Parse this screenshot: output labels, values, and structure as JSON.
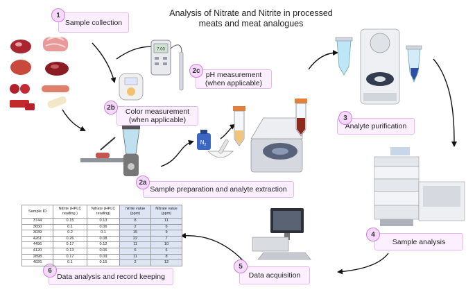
{
  "title": "Analysis of Nitrate and Nitrite in processed meats and meat analogues",
  "steps": [
    {
      "id": "1",
      "label": "Sample collection"
    },
    {
      "id": "2a",
      "label": "Sample preparation and analyte extraction"
    },
    {
      "id": "2b",
      "label": "Color measurement (when applicable)"
    },
    {
      "id": "2c",
      "label": "pH measurement (when applicable)"
    },
    {
      "id": "3",
      "label": "Analyte purification"
    },
    {
      "id": "4",
      "label": "Sample analysis"
    },
    {
      "id": "5",
      "label": "Data acquisition"
    },
    {
      "id": "6",
      "label": "Data analysis and record keeping"
    }
  ],
  "icons": {
    "reagent_label": "N",
    "reagent_subscript": "2",
    "ph_meter_display": "7.00"
  },
  "colors": {
    "badge_fill": "#f4d9fb",
    "badge_border": "#d07ce0",
    "label_fill": "#fcefff",
    "highlight": "#dde4f4"
  },
  "table": {
    "headers": [
      "Sample ID",
      "Nitrite (HPLC reading )",
      "Nitrate (HPLC reading)",
      "nitrite value (ppm)",
      "Nitrate value (ppm)"
    ],
    "rows": [
      [
        "3744",
        "0.15",
        "0.13",
        "8",
        "11"
      ],
      [
        "3650",
        "0.1",
        "0.06",
        "2",
        "6"
      ],
      [
        "3039",
        "0.2",
        "0.1",
        "15",
        "9"
      ],
      [
        "4261",
        "0.26",
        "0.08",
        "22",
        "7"
      ],
      [
        "4496",
        "0.17",
        "0.12",
        "11",
        "10"
      ],
      [
        "4120",
        "0.13",
        "0.06",
        "6",
        "6"
      ],
      [
        "2898",
        "0.17",
        "0.09",
        "11",
        "8"
      ],
      [
        "4026",
        "0.1",
        "0.15",
        "2",
        "12"
      ]
    ]
  }
}
